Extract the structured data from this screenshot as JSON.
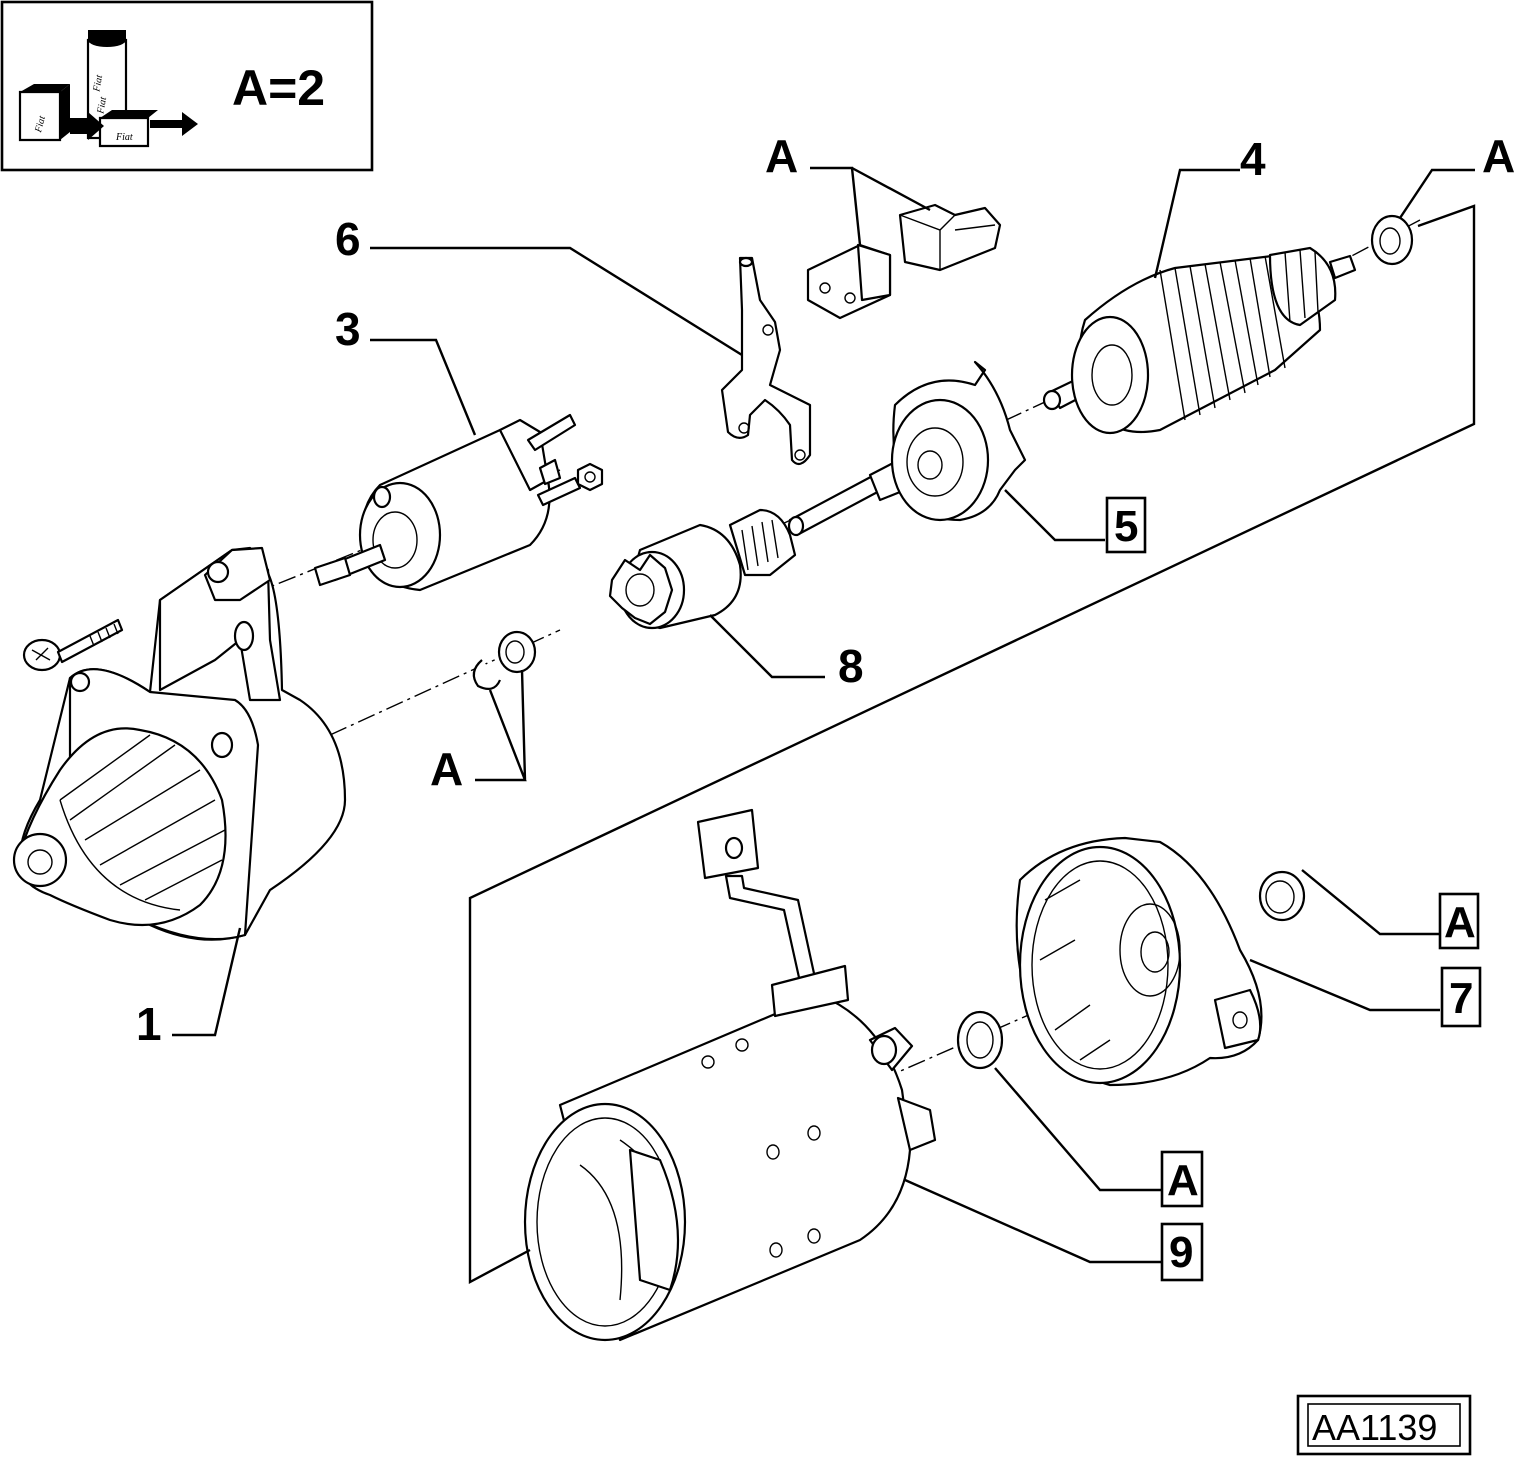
{
  "legend": {
    "quantity_text": "A=2",
    "tube_labels": [
      "Fiat",
      "Fiat",
      "Fiat",
      "Fiat"
    ]
  },
  "callouts": {
    "c1": "1",
    "c3": "3",
    "c4": "4",
    "c5": "5",
    "c6": "6",
    "c7": "7",
    "c8": "8",
    "c9": "9",
    "a_top_center": "A",
    "a_top_right": "A",
    "a_mid_left": "A",
    "a_right_7": "A",
    "a_bottom": "A"
  },
  "reference_code": "AA1139",
  "parts": [
    "drive-end-housing",
    "solenoid",
    "armature",
    "intermediate-bracket",
    "shift-fork",
    "brush-plate",
    "pinion-drive",
    "commutator-end-cover",
    "stator-frame"
  ]
}
